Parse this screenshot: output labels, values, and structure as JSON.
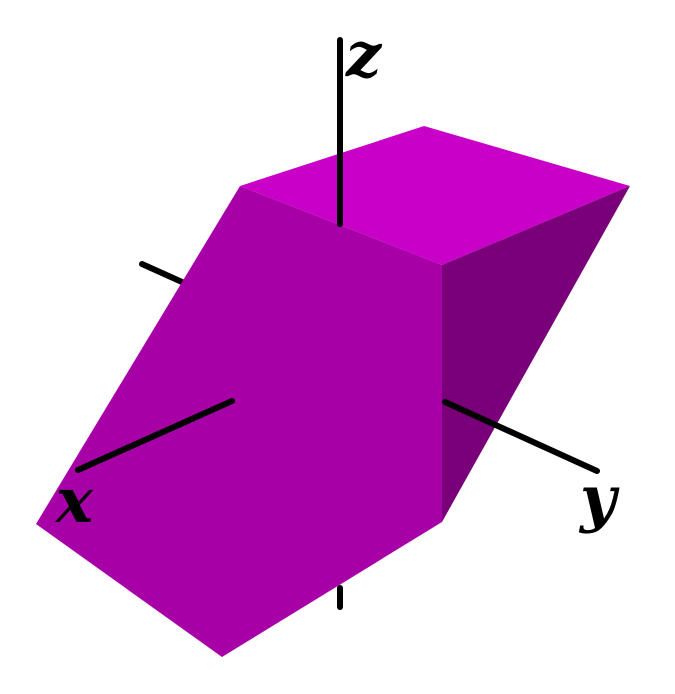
{
  "diagram": {
    "axes": [
      {
        "id": "x",
        "label": "x"
      },
      {
        "id": "y",
        "label": "y"
      },
      {
        "id": "z",
        "label": "z"
      }
    ],
    "solid": {
      "shape": "parallelepiped",
      "colors": {
        "top": "#c800c8",
        "front": "#a600a6",
        "side": "#7a007a"
      }
    },
    "axis_color": "#000000",
    "background": "#ffffff"
  }
}
